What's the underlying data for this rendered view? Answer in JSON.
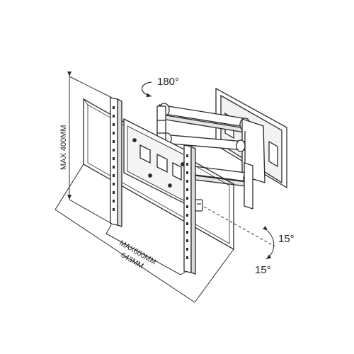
{
  "labels": {
    "rotation": "180°",
    "height_dim": "MAX 400MM",
    "width_max": "MAX600MM",
    "width_total": "643MM",
    "tilt_up": "15°",
    "tilt_down": "15°"
  },
  "colors": {
    "line": "#2b2b2b",
    "fill": "#ffffff",
    "shade": "#e9e9e9"
  }
}
